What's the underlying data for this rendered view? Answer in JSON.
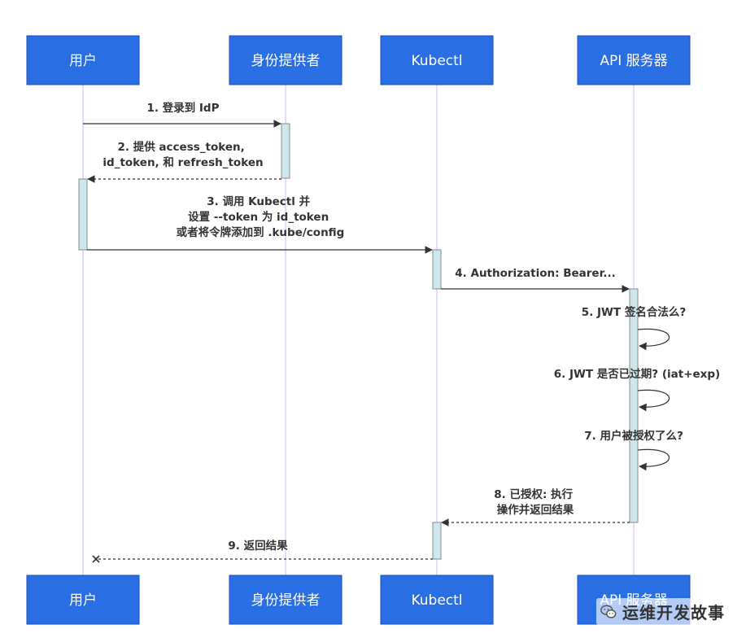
{
  "participants": [
    {
      "id": "user",
      "label": "用户"
    },
    {
      "id": "idp",
      "label": "身份提供者"
    },
    {
      "id": "kubectl",
      "label": "Kubectl"
    },
    {
      "id": "api",
      "label": "API 服务器"
    }
  ],
  "messages": [
    {
      "n": 1,
      "lines": [
        "1. 登录到 IdP"
      ]
    },
    {
      "n": 2,
      "lines": [
        "2. 提供 access_token,",
        "id_token, 和 refresh_token"
      ]
    },
    {
      "n": 3,
      "lines": [
        "3. 调用 Kubectl 并",
        "设置 --token 为 id_token",
        "或者将令牌添加到 .kube/config"
      ]
    },
    {
      "n": 4,
      "lines": [
        "4. Authorization: Bearer..."
      ]
    },
    {
      "n": 5,
      "lines": [
        "5. JWT 签名合法么?"
      ]
    },
    {
      "n": 6,
      "lines": [
        "6. JWT 是否已过期? (iat+exp)"
      ]
    },
    {
      "n": 7,
      "lines": [
        "7. 用户被授权了么?"
      ]
    },
    {
      "n": 8,
      "lines": [
        "8. 已授权: 执行",
        "操作并返回结果"
      ]
    },
    {
      "n": 9,
      "lines": [
        "9. 返回结果"
      ]
    }
  ],
  "colors": {
    "actor_fill": "#2a6ee3",
    "actor_text": "#ffffff",
    "lifeline": "#c8b8f0",
    "activation_fill": "#cde8ec",
    "activation_stroke": "#8a8a8a",
    "arrow": "#333333",
    "message_text": "#333333"
  },
  "watermark": {
    "text": "运维开发故事",
    "icon": "wechat-icon"
  }
}
